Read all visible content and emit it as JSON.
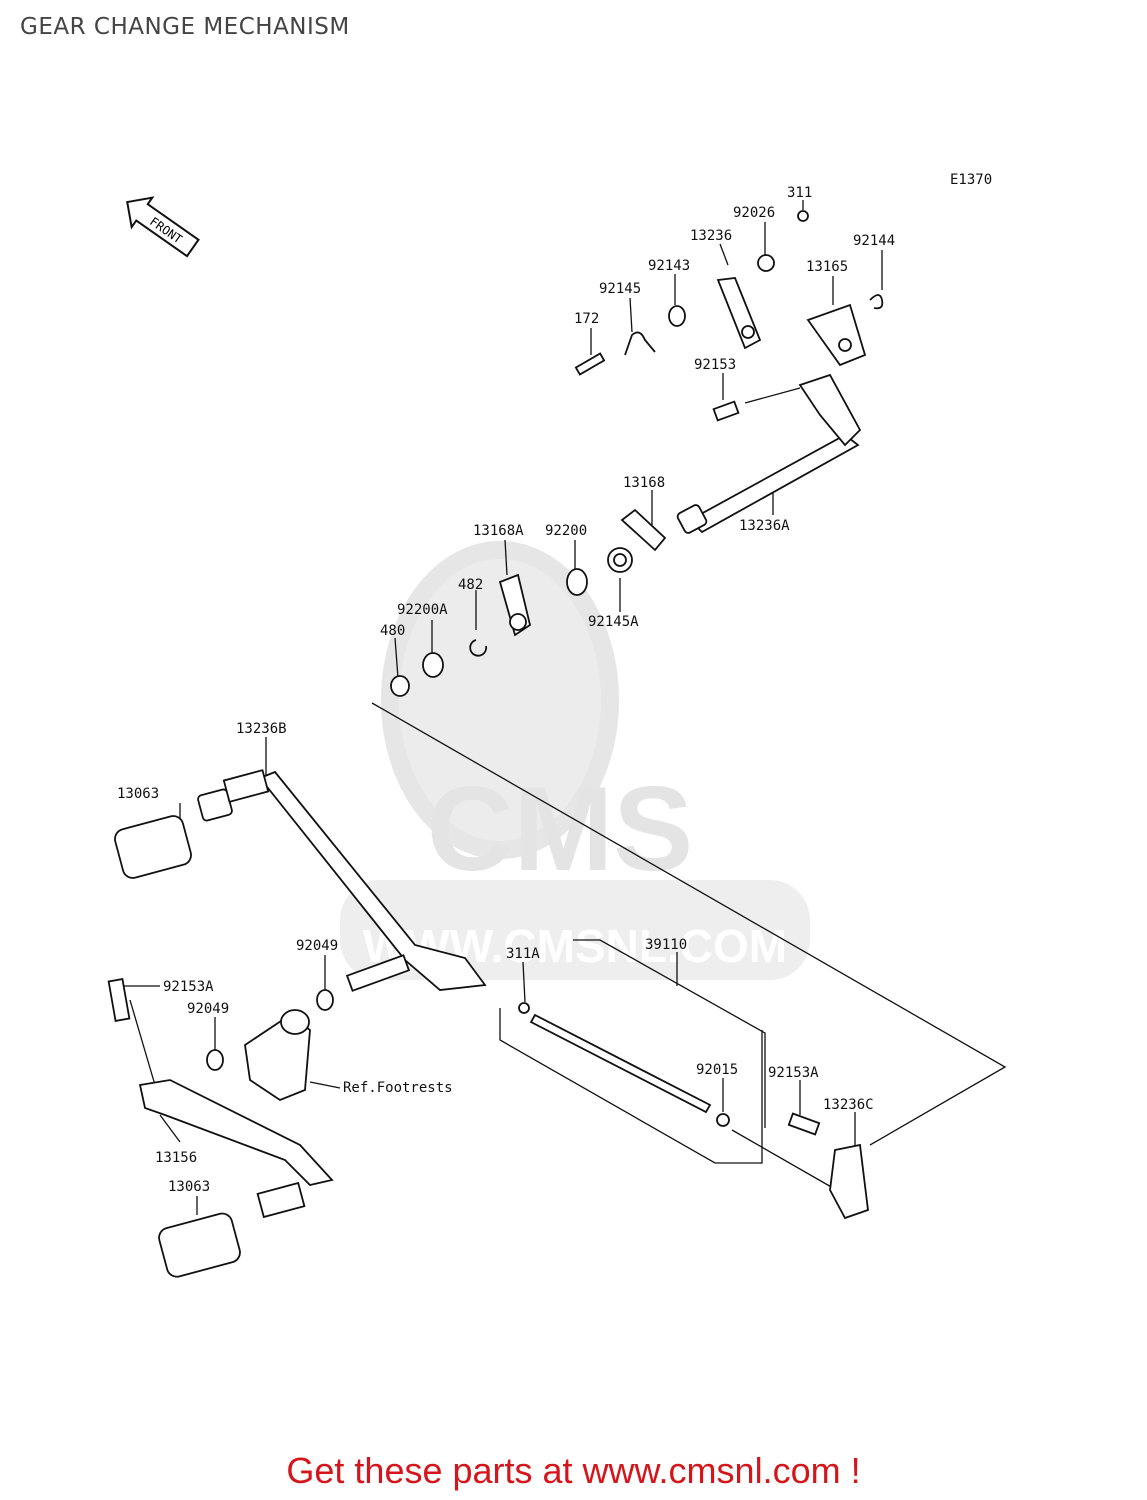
{
  "header": {
    "title": "GEAR CHANGE MECHANISM"
  },
  "diagram": {
    "code": "E1370",
    "front_arrow": "FRONT",
    "watermark": {
      "logo": "CMS",
      "url": "WWW.CMSNL.COM"
    },
    "labels": {
      "p311": "311",
      "p92026": "92026",
      "p92144": "92144",
      "p13236": "13236",
      "p13165": "13165",
      "p92143": "92143",
      "p92145": "92145",
      "p172": "172",
      "p92153": "92153",
      "p13168": "13168",
      "p13236A": "13236A",
      "p13168A": "13168A",
      "p92200": "92200",
      "p482": "482",
      "p92200A": "92200A",
      "p480": "480",
      "p92145A": "92145A",
      "p13236B": "13236B",
      "p13063a": "13063",
      "p92049a": "92049",
      "p39110": "39110",
      "p311A": "311A",
      "p92153Aa": "92153A",
      "p92049b": "92049",
      "ref_footrests": "Ref.Footrests",
      "p92015": "92015",
      "p92153Ab": "92153A",
      "p13236C": "13236C",
      "p13156": "13156",
      "p13063b": "13063"
    }
  },
  "footer": {
    "cta": "Get these parts at www.cmsnl.com !"
  }
}
